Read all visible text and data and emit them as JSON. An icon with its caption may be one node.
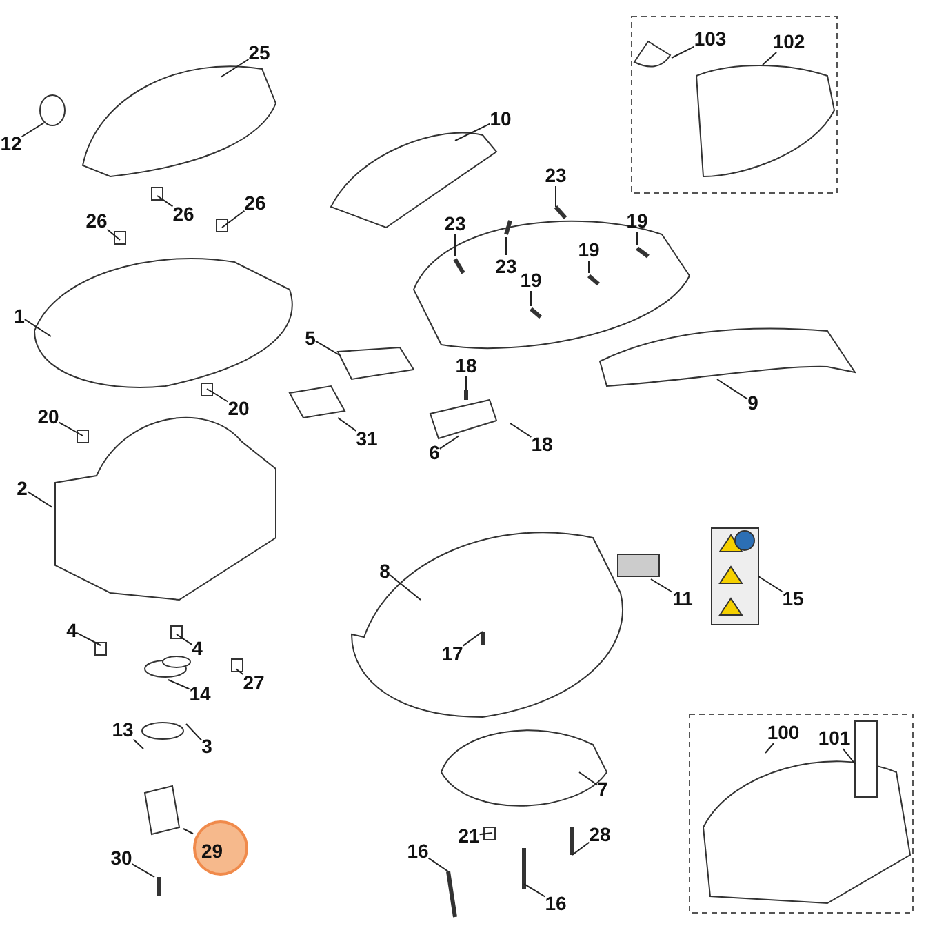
{
  "diagram": {
    "nodes": [
      {
        "text": [
          "103"
        ]
      },
      {
        "text": [
          "102"
        ]
      },
      {
        "text": [
          "25"
        ]
      },
      {
        "text": [
          "12"
        ]
      },
      {
        "text": [
          "10"
        ]
      },
      {
        "text": [
          "26"
        ]
      },
      {
        "text": [
          "26"
        ]
      },
      {
        "text": [
          "26"
        ]
      },
      {
        "text": [
          "23"
        ]
      },
      {
        "text": [
          "23"
        ]
      },
      {
        "text": [
          "23"
        ]
      },
      {
        "text": [
          "19"
        ]
      },
      {
        "text": [
          "19"
        ]
      },
      {
        "text": [
          "19"
        ]
      },
      {
        "text": [
          "1"
        ]
      },
      {
        "text": [
          "5"
        ]
      },
      {
        "text": [
          "18"
        ]
      },
      {
        "text": [
          "18"
        ]
      },
      {
        "text": [
          "9"
        ]
      },
      {
        "text": [
          "31"
        ]
      },
      {
        "text": [
          "6"
        ]
      },
      {
        "text": [
          "20"
        ]
      },
      {
        "text": [
          "20"
        ]
      },
      {
        "text": [
          "2"
        ]
      },
      {
        "text": [
          "8"
        ]
      },
      {
        "text": [
          "11"
        ]
      },
      {
        "text": [
          "15"
        ]
      },
      {
        "text": [
          "17"
        ]
      },
      {
        "text": [
          "4"
        ]
      },
      {
        "text": [
          "4"
        ]
      },
      {
        "text": [
          "14"
        ]
      },
      {
        "text": [
          "27"
        ]
      },
      {
        "text": [
          "13"
        ]
      },
      {
        "text": [
          "3"
        ]
      },
      {
        "text": [
          "7"
        ]
      },
      {
        "text": [
          "21"
        ]
      },
      {
        "text": [
          "28"
        ]
      },
      {
        "text": [
          "16"
        ]
      },
      {
        "text": [
          "16"
        ]
      },
      {
        "text": [
          "30"
        ]
      },
      {
        "text": [
          "29"
        ]
      },
      {
        "text": [
          "100"
        ]
      },
      {
        "text": [
          "101"
        ]
      }
    ],
    "edges": [
      {
        "from": 0,
        "to": null,
        "arrow": "none"
      },
      {
        "from": 1,
        "to": null,
        "arrow": "none"
      },
      {
        "from": 2,
        "to": null,
        "arrow": "none"
      },
      {
        "from": 3,
        "to": null,
        "arrow": "none"
      },
      {
        "from": 4,
        "to": null,
        "arrow": "none"
      },
      {
        "from": 5,
        "to": null,
        "arrow": "none"
      },
      {
        "from": 6,
        "to": null,
        "arrow": "none"
      },
      {
        "from": 7,
        "to": null,
        "arrow": "none"
      },
      {
        "from": 8,
        "to": null,
        "arrow": "none"
      },
      {
        "from": 9,
        "to": null,
        "arrow": "none"
      },
      {
        "from": 10,
        "to": null,
        "arrow": "none"
      },
      {
        "from": 11,
        "to": null,
        "arrow": "none"
      },
      {
        "from": 12,
        "to": null,
        "arrow": "none"
      },
      {
        "from": 13,
        "to": null,
        "arrow": "none"
      },
      {
        "from": 14,
        "to": null,
        "arrow": "none"
      },
      {
        "from": 15,
        "to": null,
        "arrow": "none"
      },
      {
        "from": 16,
        "to": null,
        "arrow": "none"
      },
      {
        "from": 17,
        "to": null,
        "arrow": "none"
      },
      {
        "from": 18,
        "to": null,
        "arrow": "none"
      },
      {
        "from": 19,
        "to": null,
        "arrow": "none"
      },
      {
        "from": 20,
        "to": null,
        "arrow": "none"
      },
      {
        "from": 21,
        "to": null,
        "arrow": "none"
      },
      {
        "from": 22,
        "to": null,
        "arrow": "none"
      },
      {
        "from": 23,
        "to": null,
        "arrow": "none"
      },
      {
        "from": 24,
        "to": null,
        "arrow": "none"
      },
      {
        "from": 25,
        "to": null,
        "arrow": "none"
      },
      {
        "from": 26,
        "to": null,
        "arrow": "none"
      },
      {
        "from": 27,
        "to": null,
        "arrow": "none"
      },
      {
        "from": 28,
        "to": null,
        "arrow": "none"
      },
      {
        "from": 29,
        "to": null,
        "arrow": "none"
      },
      {
        "from": 30,
        "to": null,
        "arrow": "none"
      },
      {
        "from": 31,
        "to": null,
        "arrow": "none"
      },
      {
        "from": 32,
        "to": null,
        "arrow": "none"
      },
      {
        "from": 33,
        "to": null,
        "arrow": "none"
      },
      {
        "from": 34,
        "to": null,
        "arrow": "none"
      },
      {
        "from": 35,
        "to": null,
        "arrow": "none"
      },
      {
        "from": 36,
        "to": null,
        "arrow": "none"
      },
      {
        "from": 37,
        "to": null,
        "arrow": "none"
      },
      {
        "from": 38,
        "to": null,
        "arrow": "none"
      },
      {
        "from": 39,
        "to": null,
        "arrow": "none"
      },
      {
        "from": 40,
        "to": null,
        "arrow": "none"
      },
      {
        "from": 41,
        "to": null,
        "arrow": "none"
      },
      {
        "from": 42,
        "to": null,
        "arrow": "none"
      }
    ]
  }
}
